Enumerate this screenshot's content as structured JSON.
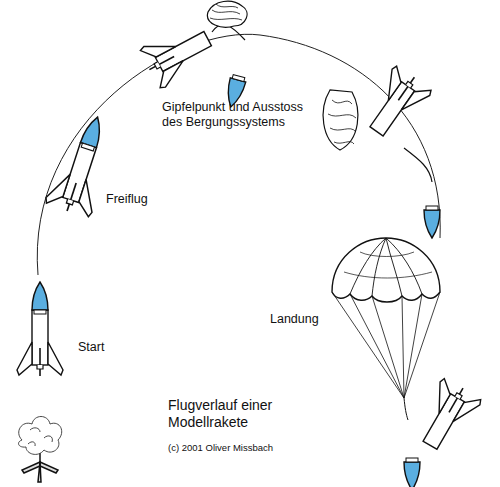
{
  "diagram": {
    "title": "Flugverlauf einer Modellrakete",
    "labels": [
      "Gipfelpunkt und Ausstoss des Bergungssystems",
      "Freiflug",
      "Start",
      "Landung",
      "(c) 2001 Oliver Missbach"
    ]
  }
}
